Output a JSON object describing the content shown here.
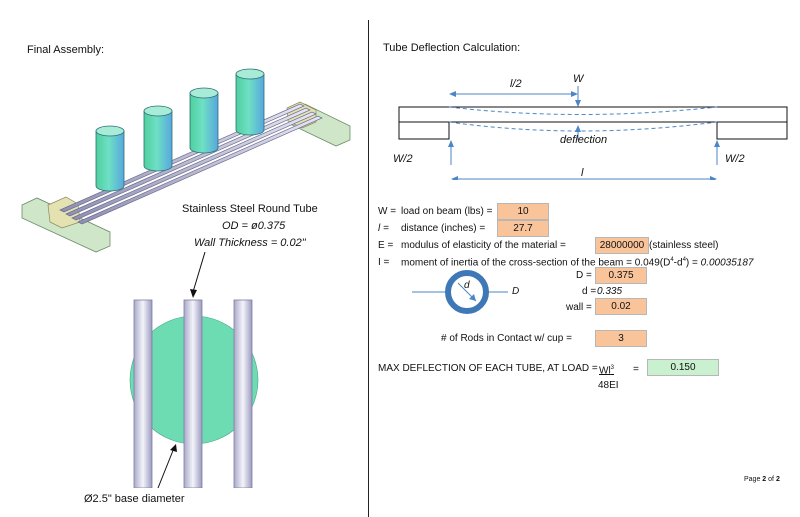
{
  "left": {
    "title": "Final Assembly:",
    "tube_label": {
      "title": "Stainless Steel Round Tube",
      "od": "OD = ø0.375",
      "wall": "Wall Thickness = 0.02\""
    },
    "base_label": "Ø2.5\" base diameter"
  },
  "right": {
    "title": "Tube Deflection Calculation:",
    "diagram": {
      "half_length": "l/2",
      "load": "W",
      "deflection": "deflection",
      "reaction_left": "W/2",
      "reaction_right": "W/2",
      "length": "l"
    },
    "vars": {
      "W": {
        "sym": "W =",
        "desc": "load on beam (lbs) =",
        "value": "10"
      },
      "l": {
        "sym": "l =",
        "desc": "distance (inches) =",
        "value": "27.7"
      },
      "E": {
        "sym": "E =",
        "desc": "modulus of elasticity of the material =",
        "value": "28000000",
        "note": "(stainless steel)"
      },
      "I": {
        "sym": "I =",
        "desc": "moment of inertia of the cross-section of the beam = 0.049(D",
        "sup1": "4",
        "mid": "-d",
        "sup2": "4",
        "end": ") =",
        "value": "0.00035187"
      }
    },
    "section": {
      "d_label": "d",
      "D_label": "D",
      "D_row": {
        "label": "D =",
        "value": "0.375"
      },
      "d_row": {
        "label": "d =",
        "value": "0.335"
      },
      "wall_row": {
        "label": "wall =",
        "value": "0.02"
      }
    },
    "rods": {
      "label": "# of Rods in Contact w/ cup =",
      "value": "3"
    },
    "max": {
      "label": "MAX DEFLECTION OF EACH TUBE, AT LOAD =",
      "numerator": "Wl",
      "exp": "3",
      "denominator": "48EI",
      "equals": "=",
      "value": "0.150"
    },
    "page": {
      "prefix": "Page ",
      "current": "2",
      "of": " of ",
      "total": "2"
    }
  },
  "colors": {
    "input_fill": "#fac49b",
    "result_fill": "#c9f0cf",
    "tube_teal": "#5fd6b5",
    "cup_blue": "#5aa9dc",
    "base_green": "#cfe7c8",
    "circle_green": "#6ddcb2",
    "ring_blue": "#3f78b6",
    "dim_blue": "#4d86c6"
  }
}
